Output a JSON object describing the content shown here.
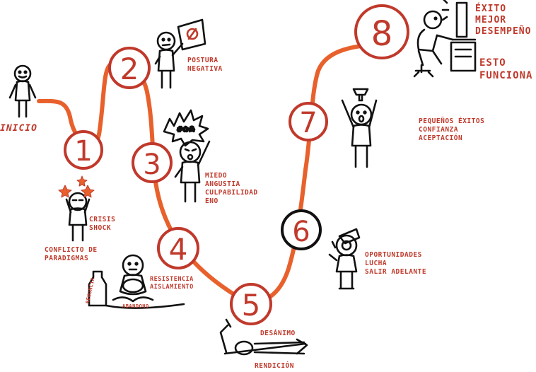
{
  "colors": {
    "path": "#e8612c",
    "circle": "#c0392b",
    "circle6": "#111111",
    "text": "#c0392b",
    "figure": "#111111"
  },
  "stages": [
    {
      "number": "1",
      "icon": "shocked-person-icon"
    },
    {
      "number": "2",
      "icon": "person-with-sign-icon"
    },
    {
      "number": "3",
      "icon": "angry-person-icon"
    },
    {
      "number": "4",
      "icon": "sitting-person-icon"
    },
    {
      "number": "5",
      "icon": "collapsed-person-icon"
    },
    {
      "number": "6",
      "icon": "person-with-telescope-icon"
    },
    {
      "number": "7",
      "icon": "celebrating-person-icon"
    },
    {
      "number": "8",
      "icon": "person-at-computer-icon"
    }
  ],
  "labels": {
    "inicio": "INICIO",
    "crisis": "CRISIS\nSHOCK",
    "conflicto": "CONFLICTO DE\nPARADIGMAS",
    "postura": "POSTURA\nNEGATIVA",
    "miedo": "MIEDO\nANGUSTIA\nCULPABILIDAD\nENO",
    "resistencia": "RESISTENCIA\nAISLAMIENTO",
    "renuncia": "RENUNCIA",
    "abandono": "ABANDONO",
    "desanimo": "DESÁNIMO",
    "rendicion": "RENDICIÓN",
    "oportunidades": "OPORTUNIDADES\nLUCHA\nSALIR ADELANTE",
    "pequenos": "PEQUEÑOS ÉXITOS\nCONFIANZA\nACEPTACIÓN",
    "exito": "ÉXITO\nMEJOR\nDESEMPEÑO",
    "funciona": "ESTO\nFUNCIONA"
  }
}
